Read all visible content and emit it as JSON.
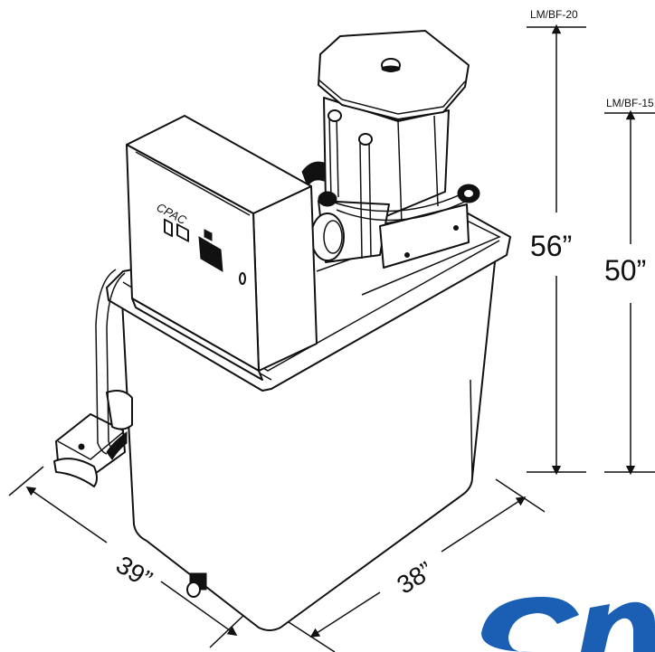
{
  "labels": {
    "model_top": "LM/BF-20",
    "model_right": "LM/BF-15",
    "height_56": "56”",
    "height_50": "50”",
    "depth_39": "39”",
    "width_38": "38”",
    "panel_text": "CPAC"
  },
  "colors": {
    "line": "#111111",
    "brand_blue": "#1a5fb4",
    "background": "#ffffff"
  }
}
